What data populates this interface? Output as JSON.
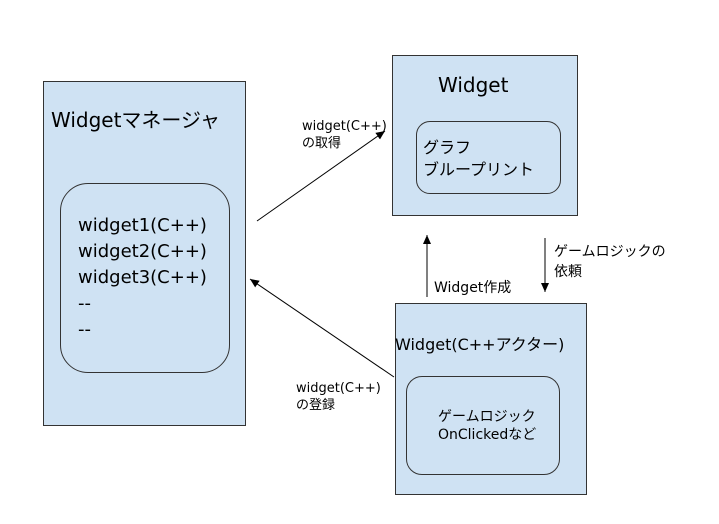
{
  "manager": {
    "title": "Widgetマネージャ",
    "items": [
      "widget1(C++)",
      "widget2(C++)",
      "widget3(C++)",
      "--",
      "--"
    ]
  },
  "widget": {
    "title": "Widget",
    "inner_lines": [
      "グラフ",
      "ブループリント"
    ]
  },
  "actor": {
    "title": "Widget(C++アクター)",
    "inner_lines": [
      "ゲームロジック",
      "OnClickedなど"
    ]
  },
  "edges": {
    "fetch": [
      "widget(C++)",
      "の取得"
    ],
    "register": [
      "widget(C++)",
      "の登録"
    ],
    "create": "Widget作成",
    "request": [
      "ゲームロジックの",
      "依頼"
    ]
  },
  "colors": {
    "box_fill": "#cfe2f3",
    "border": "#333333",
    "arrow": "#000000"
  }
}
